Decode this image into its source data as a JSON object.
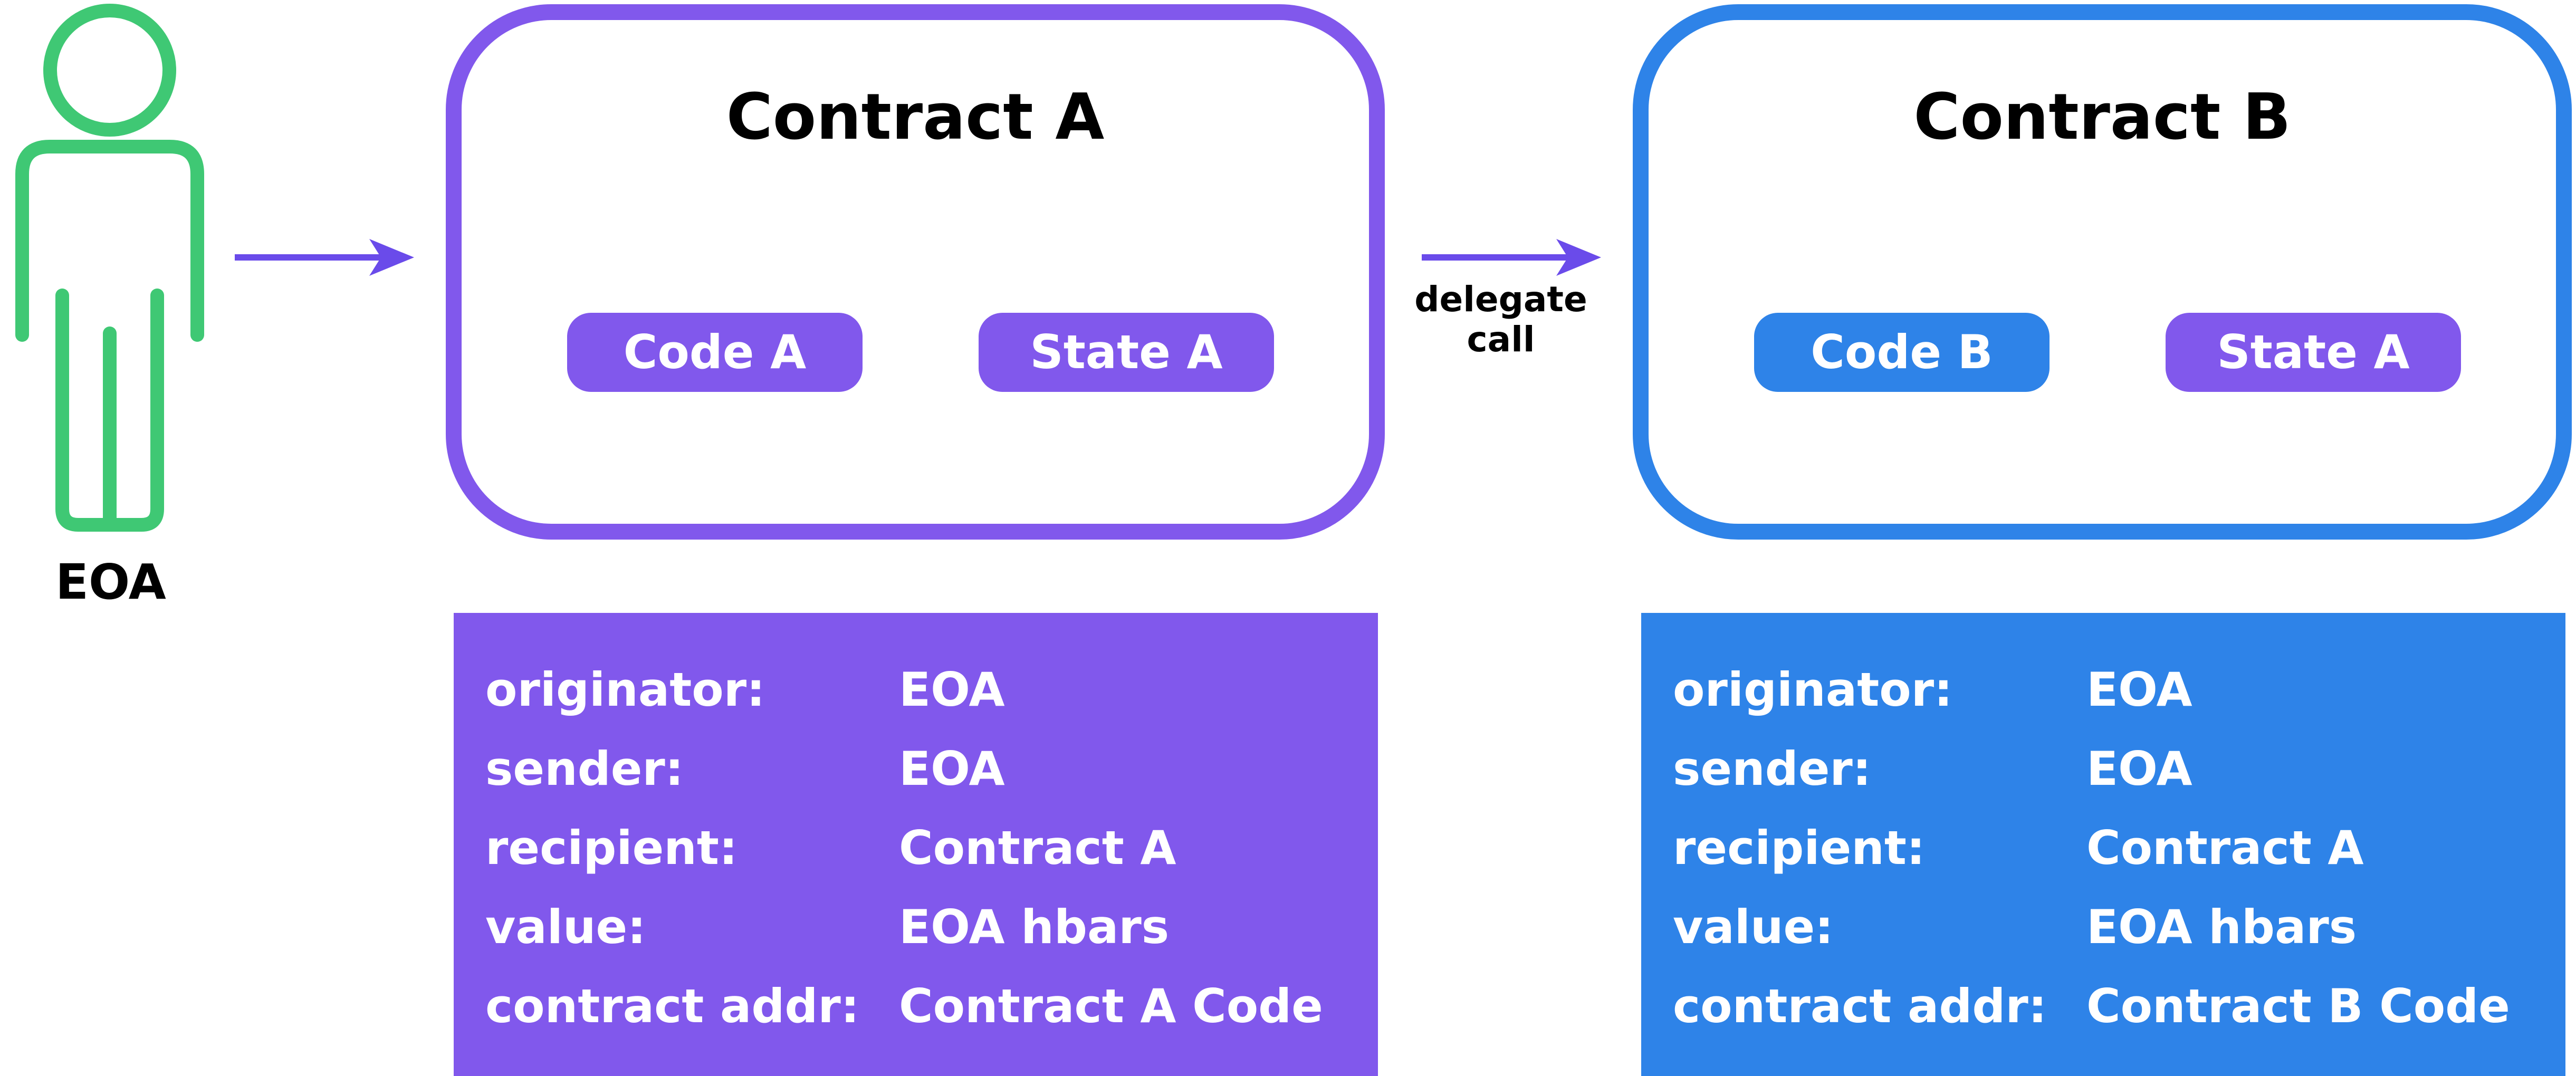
{
  "eoa": {
    "label": "EOA",
    "color": "#3FC874"
  },
  "arrow_color": "#6A4BEA",
  "delegate_call": {
    "line1": "delegate",
    "line2": "call"
  },
  "contract_a": {
    "title": "Contract A",
    "border_color": "#8158EC",
    "pill_left": {
      "label": "Code A",
      "color": "#8158EC"
    },
    "pill_right": {
      "label": "State A",
      "color": "#8158EC"
    },
    "panel_color": "#8158EC",
    "rows": [
      {
        "key": "originator:",
        "value": "EOA"
      },
      {
        "key": "sender:",
        "value": "EOA"
      },
      {
        "key": "recipient:",
        "value": "Contract A"
      },
      {
        "key": "value:",
        "value": "EOA hbars"
      },
      {
        "key": "contract addr:",
        "value": "Contract A Code"
      }
    ]
  },
  "contract_b": {
    "title": "Contract B",
    "border_color": "#2E83E8",
    "pill_left": {
      "label": "Code B",
      "color": "#2E83E8"
    },
    "pill_right": {
      "label": "State A",
      "color": "#8158EC"
    },
    "panel_color": "#2E83E8",
    "rows": [
      {
        "key": "originator:",
        "value": "EOA"
      },
      {
        "key": "sender:",
        "value": "EOA"
      },
      {
        "key": "recipient:",
        "value": "Contract A"
      },
      {
        "key": "value:",
        "value": "EOA hbars"
      },
      {
        "key": "contract addr:",
        "value": "Contract B Code"
      }
    ]
  }
}
